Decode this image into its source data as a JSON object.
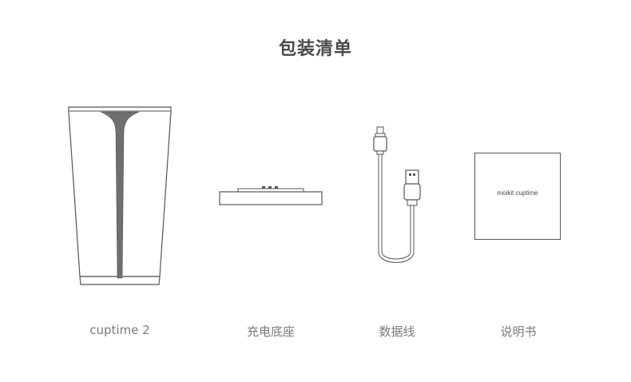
{
  "page": {
    "title": "包装清单"
  },
  "items": [
    {
      "label": "cuptime 2",
      "icon": "cup-icon"
    },
    {
      "label": "充电底座",
      "icon": "charging-base-icon"
    },
    {
      "label": "数据线",
      "icon": "usb-cable-icon"
    },
    {
      "label": "说明书",
      "icon": "manual-booklet-icon",
      "printed_text": "moikit cuptime"
    }
  ],
  "colors": {
    "line": "#555555",
    "fill_dark": "#6f6f6f",
    "text": "#7a7a7a"
  }
}
